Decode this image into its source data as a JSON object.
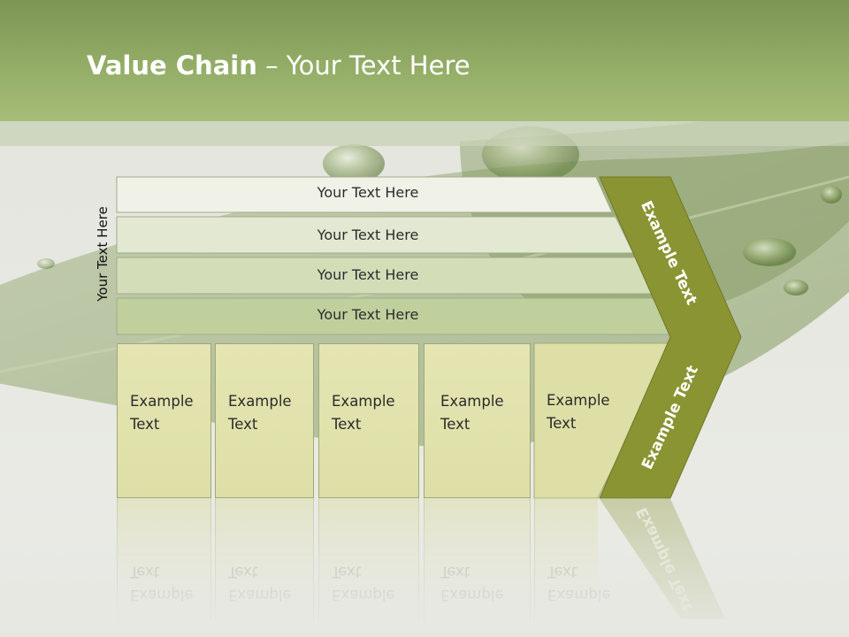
{
  "slide": {
    "title_bold": "Value Chain",
    "title_rest": " – Your Text Here",
    "side_label": "Your Text Here",
    "bars": [
      {
        "label": "Your Text Here"
      },
      {
        "label": "Your Text Here"
      },
      {
        "label": "Your Text Here"
      },
      {
        "label": "Your Text Here"
      }
    ],
    "columns": [
      {
        "line1": "Example",
        "line2": "Text"
      },
      {
        "line1": "Example",
        "line2": "Text"
      },
      {
        "line1": "Example",
        "line2": "Text"
      },
      {
        "line1": "Example",
        "line2": "Text"
      },
      {
        "line1": "Example",
        "line2": "Text"
      }
    ],
    "chevron_upper_label": "Example Text",
    "chevron_lower_label": "Example Text"
  },
  "colors": {
    "header": "#93ad67",
    "bar_1": "#f0f2e8",
    "bar_2": "#e2e8d2",
    "bar_3": "#d3deb9",
    "bar_4": "#bfd09d",
    "column_fill": "#dedfa7",
    "chevron": "#8a9433"
  }
}
